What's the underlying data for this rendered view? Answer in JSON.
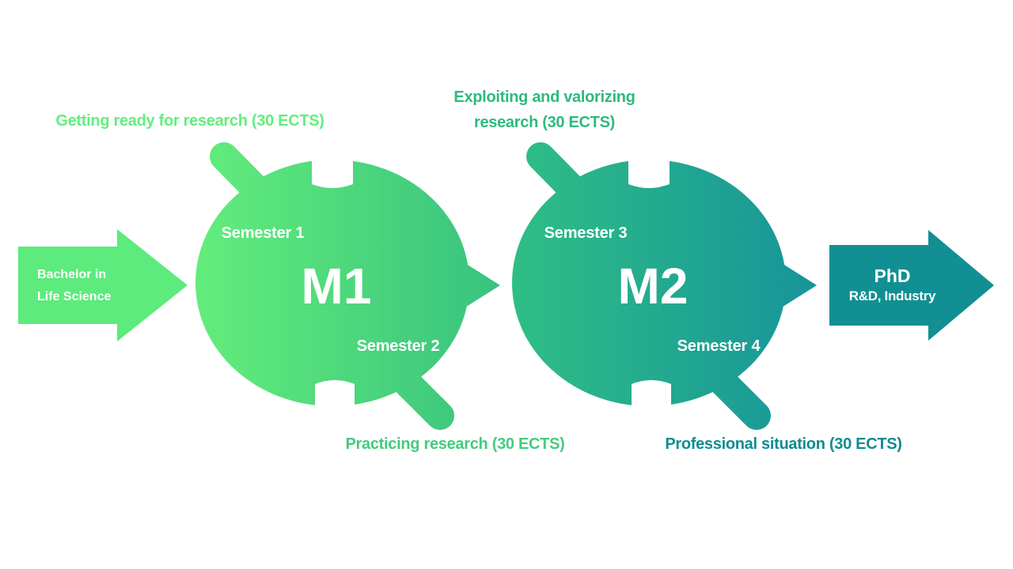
{
  "flow": {
    "entry_arrow": {
      "text_line1": "Bachelor in",
      "text_line2": "Life Science",
      "color": "#5CEB7C"
    },
    "m1": {
      "title": "M1",
      "top_semester": "Semester 1",
      "bottom_semester": "Semester 2",
      "top_caption": "Getting ready for research (30 ECTS)",
      "bottom_caption": "Practicing research (30 ECTS)",
      "gradient_start": "#63ED7B",
      "gradient_end": "#38C27E",
      "caption_top_color": "#63EE7E",
      "caption_bottom_color": "#44CB7D"
    },
    "m2": {
      "title": "M2",
      "top_semester": "Semester 3",
      "bottom_semester": "Semester 4",
      "top_caption_line1": "Exploiting and valorizing",
      "top_caption_line2": "research (30 ECTS)",
      "bottom_caption": "Professional situation (30 ECTS)",
      "gradient_start": "#2FBE85",
      "gradient_end": "#17949A",
      "caption_top_color": "#2DBA7E",
      "caption_bottom_color": "#0E8C90"
    },
    "exit_arrow": {
      "text_line1": "PhD",
      "text_line2": "R&D, Industry",
      "color": "#118F92"
    }
  }
}
